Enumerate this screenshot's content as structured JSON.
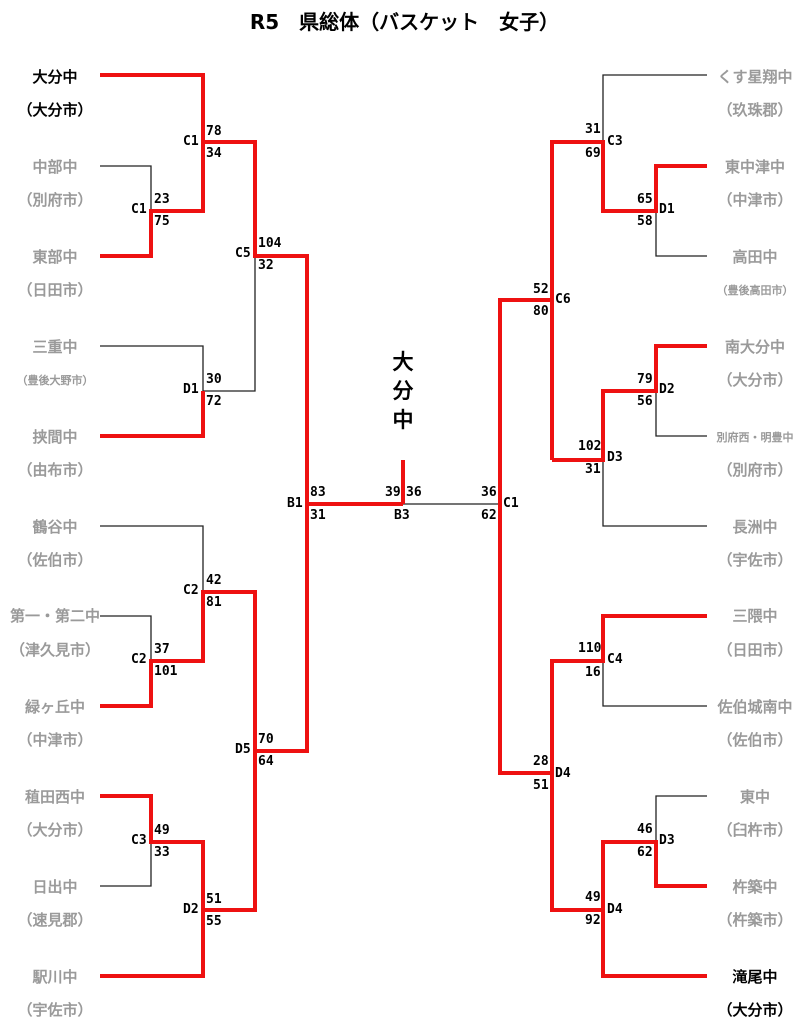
{
  "title": "R5　県総体（バスケット　女子）",
  "champion": [
    "大",
    "分",
    "中"
  ],
  "left_teams": [
    {
      "name": "大分中",
      "city": "（大分市）",
      "win": true
    },
    {
      "name": "中部中",
      "city": "（別府市）",
      "win": false
    },
    {
      "name": "東部中",
      "city": "（日田市）",
      "win": false
    },
    {
      "name": "三重中",
      "city": "（豊後大野市）",
      "win": false
    },
    {
      "name": "挟間中",
      "city": "（由布市）",
      "win": false
    },
    {
      "name": "鶴谷中",
      "city": "（佐伯市）",
      "win": false
    },
    {
      "name": "第一・第二中",
      "city": "（津久見市）",
      "win": false
    },
    {
      "name": "緑ヶ丘中",
      "city": "（中津市）",
      "win": false
    },
    {
      "name": "稙田西中",
      "city": "（大分市）",
      "win": false
    },
    {
      "name": "日出中",
      "city": "（速見郡）",
      "win": false
    },
    {
      "name": "駅川中",
      "city": "（宇佐市）",
      "win": false
    }
  ],
  "right_teams": [
    {
      "name": "くす星翔中",
      "city": "（玖珠郡）",
      "win": false
    },
    {
      "name": "東中津中",
      "city": "（中津市）",
      "win": false
    },
    {
      "name": "高田中",
      "city": "（豊後高田市）",
      "win": false
    },
    {
      "name": "南大分中",
      "city": "（大分市）",
      "win": false
    },
    {
      "name": "別府西・明豊中",
      "city": "（別府市）",
      "win": false
    },
    {
      "name": "長洲中",
      "city": "（宇佐市）",
      "win": false
    },
    {
      "name": "三隈中",
      "city": "（日田市）",
      "win": false
    },
    {
      "name": "佐伯城南中",
      "city": "（佐伯市）",
      "win": false
    },
    {
      "name": "東中",
      "city": "（臼杵市）",
      "win": false
    },
    {
      "name": "杵築中",
      "city": "（杵築市）",
      "win": false
    },
    {
      "name": "滝尾中",
      "city": "（大分市）",
      "win": true
    }
  ],
  "matches": {
    "l_c1a": {
      "court": "C1",
      "top": "23",
      "bottom": "75"
    },
    "l_c1b": {
      "court": "C1",
      "top": "78",
      "bottom": "34"
    },
    "l_d1": {
      "court": "D1",
      "top": "30",
      "bottom": "72"
    },
    "l_c5": {
      "court": "C5",
      "top": "104",
      "bottom": "32"
    },
    "l_c2a": {
      "court": "C2",
      "top": "37",
      "bottom": "101"
    },
    "l_c2b": {
      "court": "C2",
      "top": "42",
      "bottom": "81"
    },
    "l_c3": {
      "court": "C3",
      "top": "49",
      "bottom": "33"
    },
    "l_d2": {
      "court": "D2",
      "top": "51",
      "bottom": "55"
    },
    "l_d5": {
      "court": "D5",
      "top": "70",
      "bottom": "64"
    },
    "l_b1": {
      "court": "B1",
      "top": "83",
      "bottom": "31"
    },
    "final": {
      "court": "B3",
      "left": "39",
      "right": "36"
    },
    "r_c1": {
      "court": "C1",
      "top": "36",
      "bottom": "62"
    },
    "r_c6": {
      "court": "C6",
      "top": "52",
      "bottom": "80"
    },
    "r_c3": {
      "court": "C3",
      "top": "31",
      "bottom": "69"
    },
    "r_d1": {
      "court": "D1",
      "top": "65",
      "bottom": "58"
    },
    "r_d2": {
      "court": "D2",
      "top": "79",
      "bottom": "56"
    },
    "r_d3a": {
      "court": "D3",
      "top": "102",
      "bottom": "31"
    },
    "r_d4a": {
      "court": "D4",
      "top": "28",
      "bottom": "51"
    },
    "r_c4": {
      "court": "C4",
      "top": "110",
      "bottom": "16"
    },
    "r_d3b": {
      "court": "D3",
      "top": "46",
      "bottom": "62"
    },
    "r_d4b": {
      "court": "D4",
      "top": "49",
      "bottom": "92"
    }
  },
  "colors": {
    "winner_line": "#ee1111",
    "loser_line": "#222222",
    "team_text": "#9a9a9a",
    "winner_text": "#000000"
  }
}
